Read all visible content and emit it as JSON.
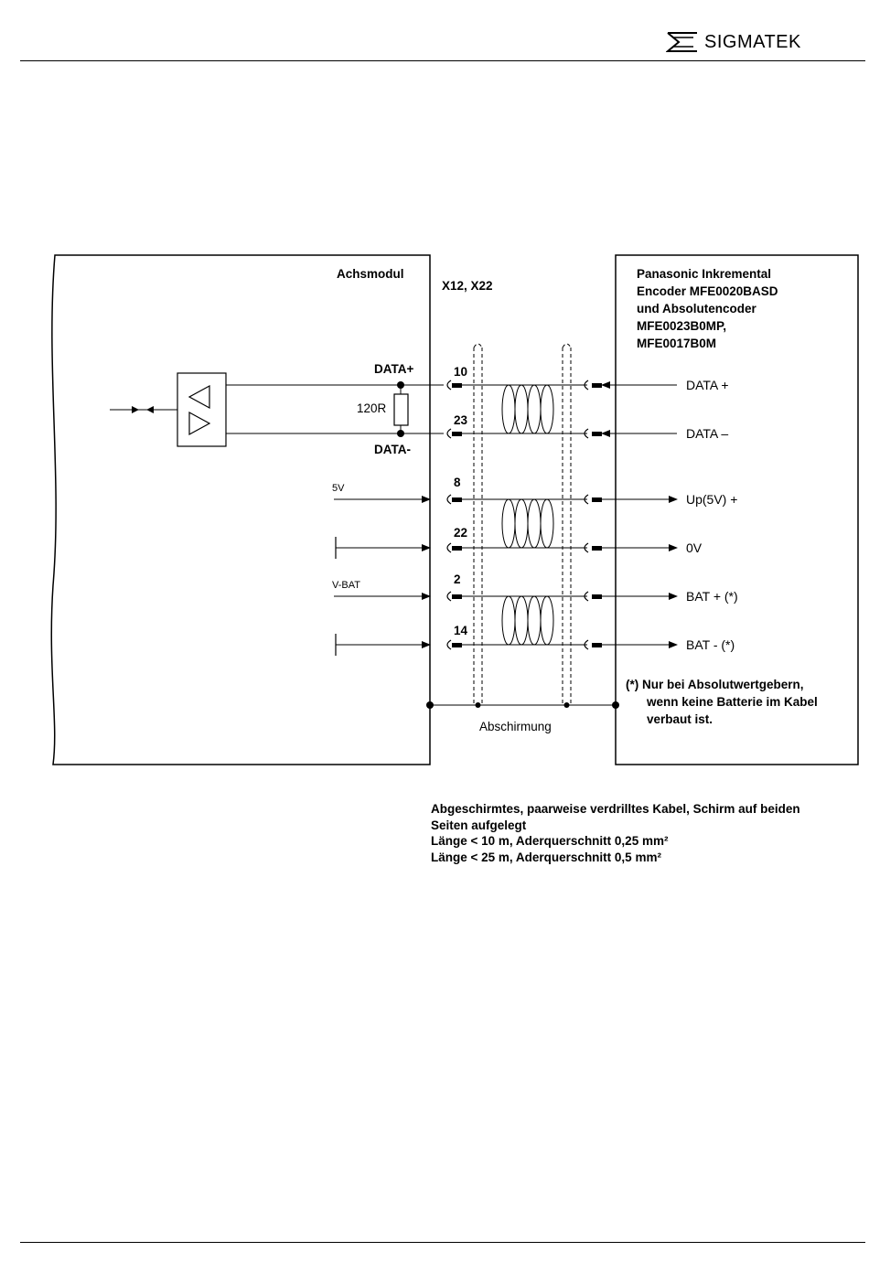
{
  "header": {
    "brand": "SIGMATEK"
  },
  "diagram": {
    "left_box_title": "Achsmodul",
    "connector_label": "X12, X22",
    "right_box_title_lines": [
      "Panasonic Inkremental",
      "Encoder MFE0020BASD",
      "und Absolutencoder",
      "MFE0023B0MP,",
      "MFE0017B0M"
    ],
    "data_plus": "DATA+",
    "data_minus": "DATA-",
    "resistor": "120R",
    "left_signals": {
      "five_v": "5V",
      "v_bat": "V-BAT"
    },
    "pins": [
      "10",
      "23",
      "8",
      "22",
      "2",
      "14"
    ],
    "right_signals": [
      "DATA +",
      "DATA –",
      "Up(5V) +",
      "0V",
      "BAT + (*)",
      "BAT - (*)"
    ],
    "note_lines": [
      "(*) Nur bei Absolutwertgebern,",
      "wenn keine Batterie im Kabel",
      "verbaut ist."
    ],
    "shield_label": "Abschirmung"
  },
  "caption": {
    "line1": "Abgeschirmtes, paarweise verdrilltes Kabel, Schirm auf beiden",
    "line2": "Seiten aufgelegt",
    "line3": "Länge < 10 m, Aderquerschnitt 0,25 mm²",
    "line4": "Länge < 25 m, Aderquerschnitt 0,5 mm²"
  }
}
